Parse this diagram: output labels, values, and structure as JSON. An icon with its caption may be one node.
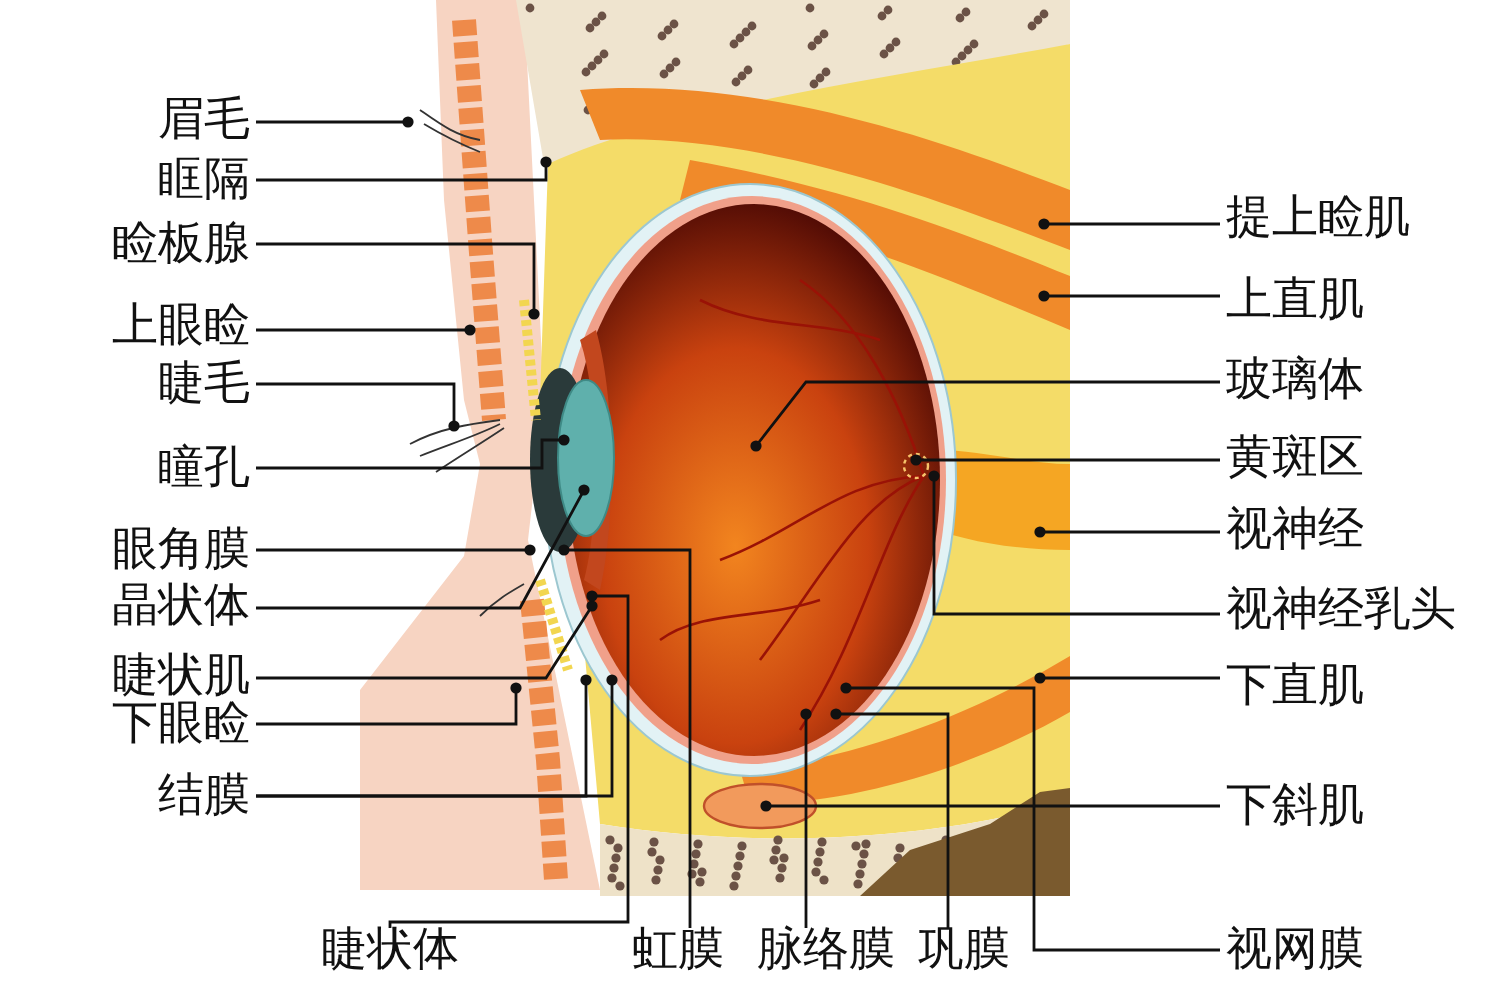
{
  "diagram": {
    "nodes": [
      {
        "text": [
          "眉毛"
        ]
      },
      {
        "text": [
          "眶隔"
        ]
      },
      {
        "text": [
          "睑板腺"
        ]
      },
      {
        "text": [
          "上眼睑"
        ]
      },
      {
        "text": [
          "睫毛"
        ]
      },
      {
        "text": [
          "瞳孔"
        ]
      },
      {
        "text": [
          "眼角膜"
        ]
      },
      {
        "text": [
          "晶状体"
        ]
      },
      {
        "text": [
          "睫状肌"
        ]
      },
      {
        "text": [
          "下眼睑"
        ]
      },
      {
        "text": [
          "结膜"
        ]
      },
      {
        "text": [
          "睫状体"
        ]
      },
      {
        "text": [
          "虹膜"
        ]
      },
      {
        "text": [
          "脉络膜"
        ]
      },
      {
        "text": [
          "巩膜"
        ]
      },
      {
        "text": [
          "提上睑肌"
        ]
      },
      {
        "text": [
          "上直肌"
        ]
      },
      {
        "text": [
          "玻璃体"
        ]
      },
      {
        "text": [
          "黄斑区"
        ]
      },
      {
        "text": [
          "视神经"
        ]
      },
      {
        "text": [
          "视神经乳头"
        ]
      },
      {
        "text": [
          "下直肌"
        ]
      },
      {
        "text": [
          "下斜肌"
        ]
      },
      {
        "text": [
          "视网膜"
        ]
      }
    ],
    "edges": [
      {
        "from": 0,
        "to": null,
        "arrow": "other"
      },
      {
        "from": 1,
        "to": null,
        "arrow": "other"
      },
      {
        "from": 2,
        "to": null,
        "arrow": "other"
      },
      {
        "from": 3,
        "to": null,
        "arrow": "other"
      },
      {
        "from": 4,
        "to": null,
        "arrow": "other"
      },
      {
        "from": 5,
        "to": null,
        "arrow": "other"
      },
      {
        "from": 6,
        "to": null,
        "arrow": "other"
      },
      {
        "from": 7,
        "to": null,
        "arrow": "other"
      },
      {
        "from": 8,
        "to": null,
        "arrow": "other"
      },
      {
        "from": 9,
        "to": null,
        "arrow": "other"
      },
      {
        "from": 10,
        "to": null,
        "arrow": "other"
      },
      {
        "from": 10,
        "to": null,
        "arrow": "other"
      },
      {
        "from": 11,
        "to": null,
        "arrow": "other"
      },
      {
        "from": 12,
        "to": null,
        "arrow": "other"
      },
      {
        "from": 13,
        "to": null,
        "arrow": "other"
      },
      {
        "from": 14,
        "to": null,
        "arrow": "other"
      },
      {
        "from": 15,
        "to": null,
        "arrow": "other"
      },
      {
        "from": 16,
        "to": null,
        "arrow": "other"
      },
      {
        "from": 17,
        "to": null,
        "arrow": "other"
      },
      {
        "from": 18,
        "to": null,
        "arrow": "other"
      },
      {
        "from": 19,
        "to": null,
        "arrow": "other"
      },
      {
        "from": 20,
        "to": null,
        "arrow": "other"
      },
      {
        "from": 21,
        "to": null,
        "arrow": "other"
      },
      {
        "from": 22,
        "to": null,
        "arrow": "other"
      },
      {
        "from": 23,
        "to": null,
        "arrow": "other"
      }
    ]
  }
}
